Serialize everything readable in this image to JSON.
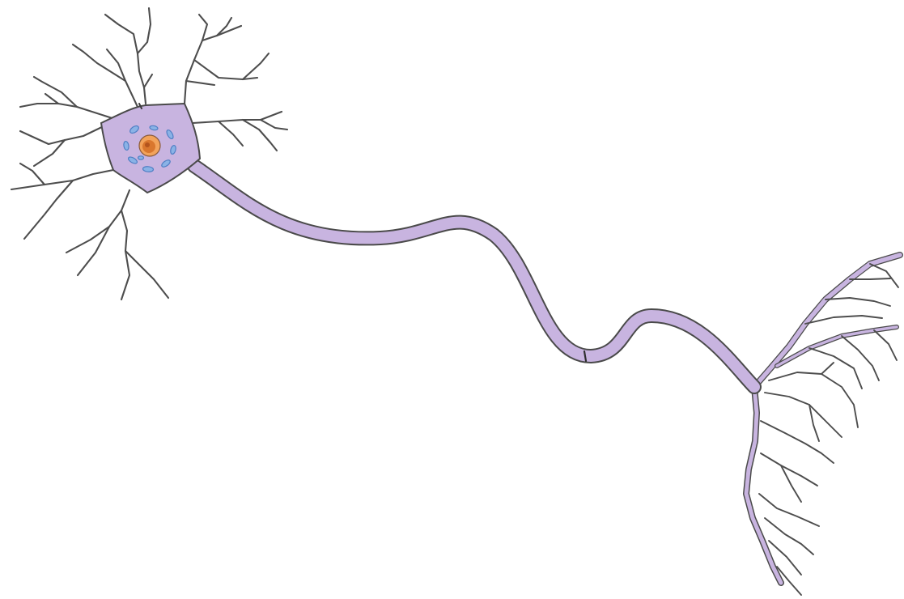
{
  "diagram": {
    "colors": {
      "background": "#ffffff",
      "cell_fill": "#c8b4e0",
      "outline": "#4a4a4a",
      "dendrite": "#4d4d4d",
      "nucleus_outer": "#f2a35b",
      "nucleus_inner": "#d9772e",
      "nucleolus": "#b3541d",
      "organelle_fill": "#8ab2e6",
      "organelle_stroke": "#4f7fc4"
    },
    "parts": [
      "dendrites",
      "cell-body",
      "nucleus",
      "organelles",
      "axon",
      "axon-terminals"
    ]
  }
}
